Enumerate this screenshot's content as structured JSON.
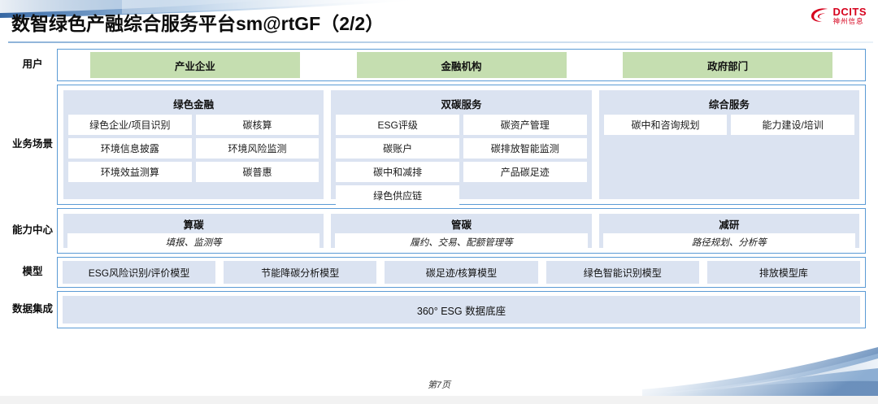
{
  "header": {
    "title": "数智绿色产融综合服务平台sm@rtGF（2/2）",
    "logo": {
      "en": "DCITS",
      "cn": "神州信息",
      "icon": "dcits-swirl-logo",
      "color": "#d6001c"
    }
  },
  "colors": {
    "panel_border": "#5b9bd5",
    "group_bg": "#dbe3f1",
    "user_bg": "#c5deb0",
    "cell_bg": "#ffffff"
  },
  "rows": {
    "users": {
      "label": "用户",
      "items": [
        {
          "label": "产业企业"
        },
        {
          "label": "金融机构"
        },
        {
          "label": "政府部门"
        }
      ]
    },
    "scenarios": {
      "label": "业务场景",
      "groups": [
        {
          "title": "绿色金融",
          "items": [
            "绿色企业/项目识别",
            "碳核算",
            "环境信息披露",
            "环境风险监测",
            "环境效益测算",
            "碳普惠"
          ]
        },
        {
          "title": "双碳服务",
          "items": [
            "ESG评级",
            "碳资产管理",
            "碳账户",
            "碳排放智能监测",
            "碳中和减排",
            "产品碳足迹",
            "绿色供应链"
          ]
        },
        {
          "title": "综合服务",
          "items": [
            "碳中和咨询规划",
            "能力建设/培训"
          ]
        }
      ]
    },
    "capability": {
      "label": "能力中心",
      "groups": [
        {
          "title": "算碳",
          "sub": "填报、监测等"
        },
        {
          "title": "管碳",
          "sub": "履约、交易、配额管理等"
        },
        {
          "title": "减研",
          "sub": "路径规划、分析等"
        }
      ]
    },
    "models": {
      "label": "模型",
      "items": [
        "ESG风险识别/评价模型",
        "节能降碳分析模型",
        "碳足迹/核算模型",
        "绿色智能识别模型",
        "排放模型库"
      ]
    },
    "data": {
      "label": "数据集成",
      "items": [
        "360° ESG 数据底座"
      ]
    }
  },
  "footer": {
    "page": "第7页"
  }
}
